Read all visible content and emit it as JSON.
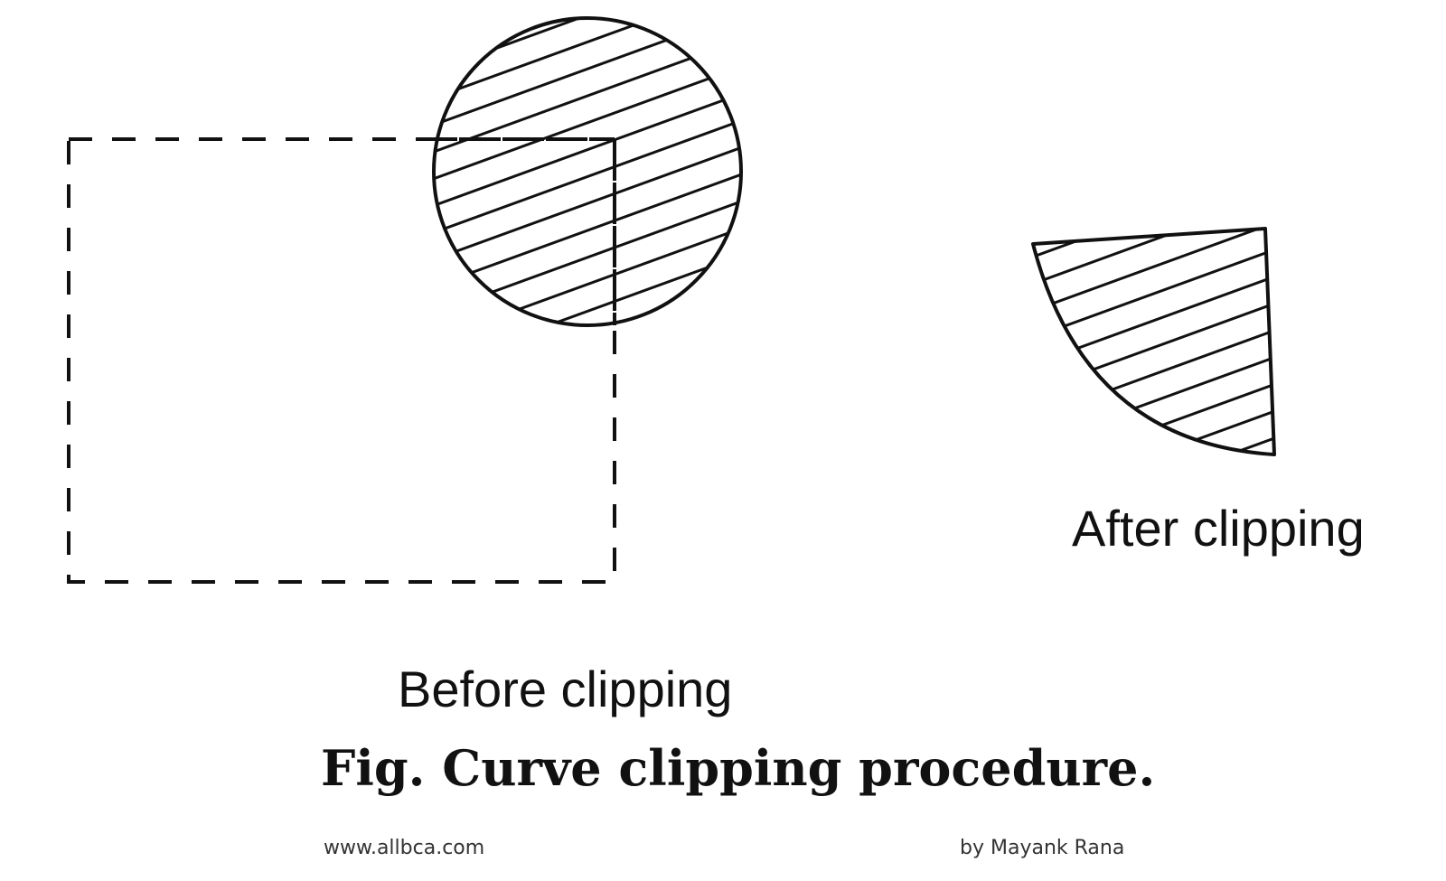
{
  "labels": {
    "before": "Before clipping",
    "after": "After clipping"
  },
  "caption": "Fig. Curve clipping procedure.",
  "footer": {
    "site": "www.allbca.com",
    "author": "by Mayank Rana"
  },
  "colors": {
    "stroke": "#111111",
    "background": "#ffffff"
  }
}
